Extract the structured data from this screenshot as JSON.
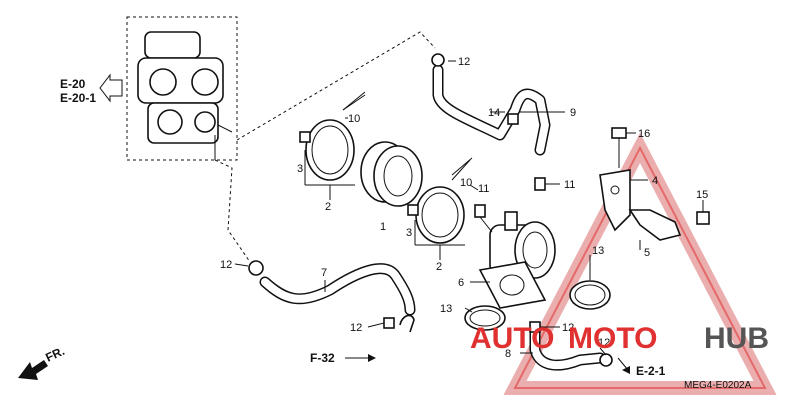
{
  "callouts": {
    "c1": "1",
    "c2a": "2",
    "c2b": "2",
    "c3a": "3",
    "c3b": "3",
    "c4": "4",
    "c5": "5",
    "c6": "6",
    "c7": "7",
    "c8": "8",
    "c9": "9",
    "c10a": "10",
    "c10b": "10",
    "c11a": "11",
    "c11b": "11",
    "c12a": "12",
    "c12b": "12",
    "c12c": "12",
    "c12d": "12",
    "c12e": "12",
    "c13a": "13",
    "c13b": "13",
    "c14": "14",
    "c15": "15",
    "c16": "16"
  },
  "references": {
    "e20": "E-20",
    "e201": "E-20-1",
    "f32": "F-32",
    "e21": "E-2-1",
    "fr": "FR."
  },
  "diagram_code": "MEG4-E0202A",
  "watermark": {
    "part1": "AUTO",
    "part2": "MOTO",
    "part3": "HUB",
    "color_red": "#e03030",
    "color_gray": "#555555"
  }
}
